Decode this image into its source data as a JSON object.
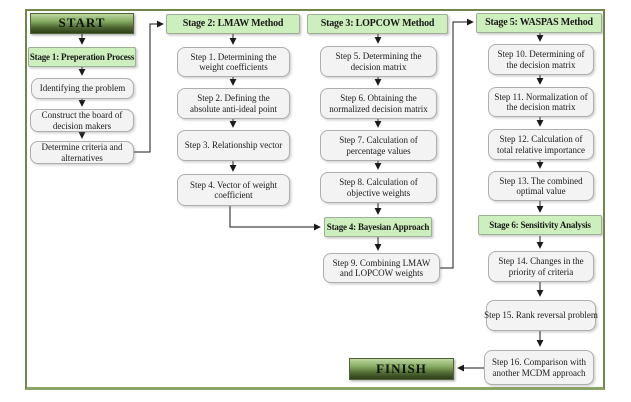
{
  "flowchart": {
    "start_label": "START",
    "finish_label": "FINISH",
    "stage1": {
      "title": "Stage 1: Preperation Process",
      "steps": [
        "Identifying the problem",
        "Construct the board of decision makers",
        "Determine criteria and alternatives"
      ]
    },
    "stage2": {
      "title": "Stage 2: LMAW Method",
      "steps": [
        "Step 1. Determining the weight coefficients",
        "Step 2. Defining the absolute anti-ideal point",
        "Step 3. Relationship vector",
        "Step 4. Vector of weight coefficient"
      ]
    },
    "stage3": {
      "title": "Stage 3: LOPCOW Method",
      "steps": [
        "Step 5. Determining the decision matrix",
        "Step 6. Obtaining the normalized decision matrix",
        "Step 7. Calculation of percentage values",
        "Step 8. Calculation of objective weights"
      ]
    },
    "stage4": {
      "title": "Stage 4: Bayesian Approach",
      "steps": [
        "Step 9. Combining LMAW and LOPCOW weights"
      ]
    },
    "stage5": {
      "title": "Stage 5: WASPAS Method",
      "steps": [
        "Step 10. Determining of the decision matrix",
        "Step 11. Normalization of the decision matrix",
        "Step 12. Calculation of total relative importance",
        "Step 13. The combined optimal value"
      ]
    },
    "stage6": {
      "title": "Stage 6: Sensitivity Analysis",
      "steps": [
        "Step 14. Changes in the priority of criteria",
        "Step 15.  Rank reversal problem",
        "Step 16. Comparison with another MCDM approach"
      ]
    },
    "colors": {
      "stage_header_fill": "#cdeebd",
      "step_fill": "#f3f3f3",
      "terminal_top": "#bdd8a2",
      "terminal_bottom": "#2c3f1a",
      "frame_border": "#71864b",
      "line": "#1a1a1a"
    }
  }
}
